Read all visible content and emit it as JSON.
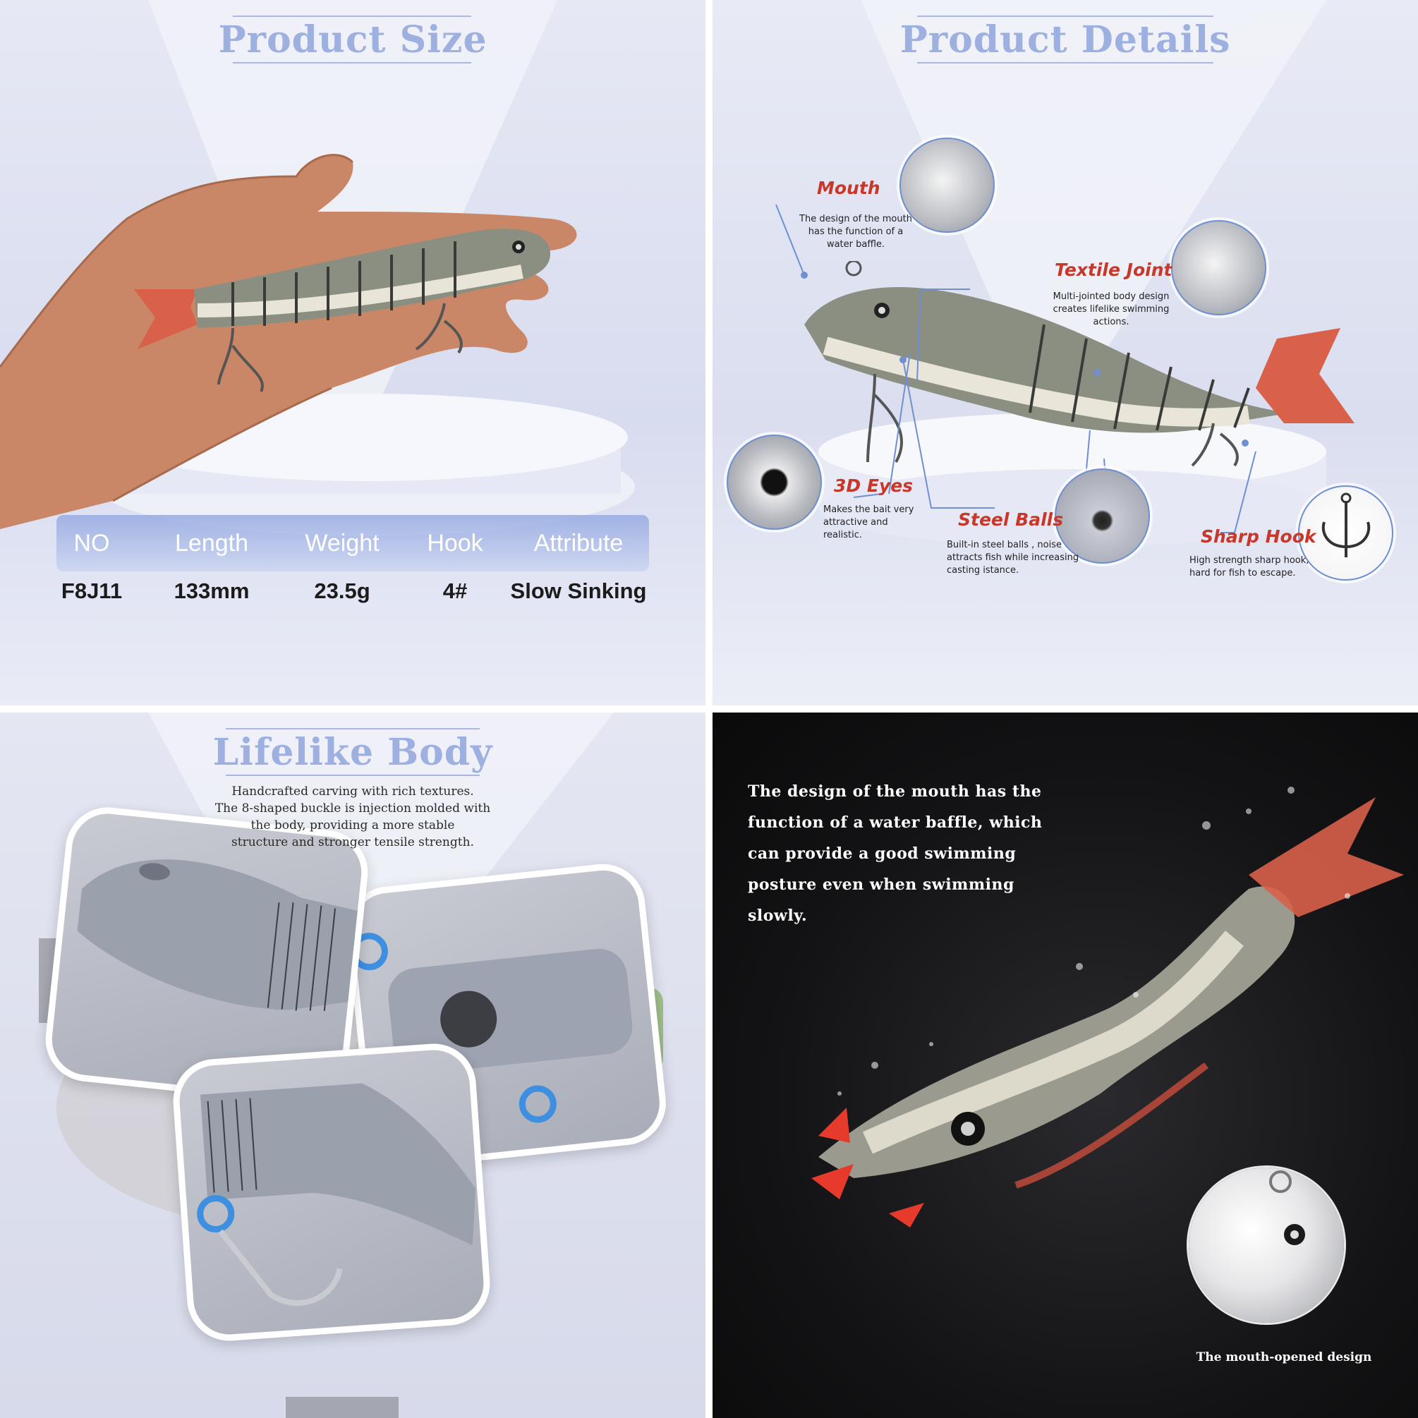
{
  "q1": {
    "title": "Product Size",
    "table": {
      "headers": [
        "NO",
        "Length",
        "Weight",
        "Hook",
        "Attribute"
      ],
      "row": [
        "F8J11",
        "133mm",
        "23.5g",
        "4#",
        "Slow Sinking"
      ]
    }
  },
  "q2": {
    "title": "Product Details",
    "callouts": {
      "mouth": {
        "title": "Mouth",
        "desc": [
          "The design of the mouth",
          "has the function of a",
          "water baffle."
        ]
      },
      "joint": {
        "title": "Textile Joint",
        "desc": [
          "Multi-jointed body design",
          "creates lifelike swimming",
          "actions."
        ]
      },
      "eyes": {
        "title": "3D Eyes",
        "desc": [
          "Makes the bait very",
          "attractive and realistic."
        ]
      },
      "balls": {
        "title": "Steel Balls",
        "desc": [
          "Built-in steel balls , noise",
          "attracts fish while increasing",
          "casting istance."
        ]
      },
      "hook": {
        "title": "Sharp Hook",
        "desc": [
          "High strength sharp hook,",
          "hard for fish to escape."
        ]
      }
    }
  },
  "q3": {
    "title": "Lifelike Body",
    "desc": [
      "Handcrafted carving with rich textures.",
      "The 8-shaped buckle is injection molded with",
      "the body, providing a more stable",
      "structure and stronger tensile strength."
    ]
  },
  "q4": {
    "text": [
      "The design of the mouth has the",
      "function of a water baffle, which",
      "can provide a good swimming",
      "posture even when swimming",
      "slowly."
    ],
    "caption": "The mouth-opened design"
  },
  "colors": {
    "title_blue": "#9db0e0",
    "callout_red": "#c8382a",
    "accent_blue": "#6f8fd1",
    "lure_fin": "#d9614a",
    "dark_bg": "#131315"
  }
}
